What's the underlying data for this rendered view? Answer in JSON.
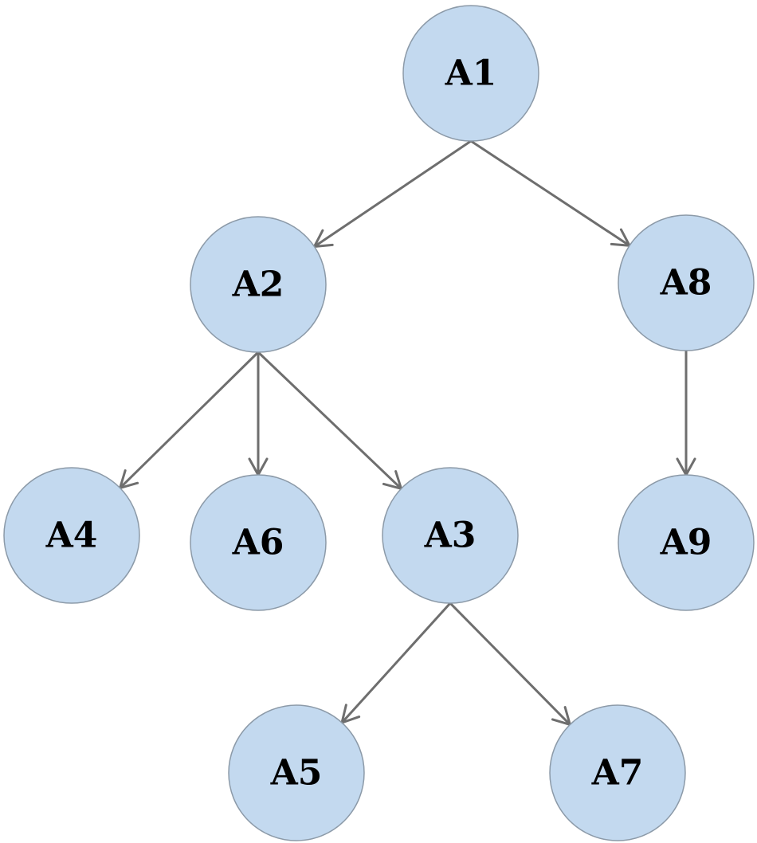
{
  "diagram": {
    "nodes": [
      {
        "id": "A1",
        "label": "A1"
      },
      {
        "id": "A2",
        "label": "A2"
      },
      {
        "id": "A8",
        "label": "A8"
      },
      {
        "id": "A4",
        "label": "A4"
      },
      {
        "id": "A6",
        "label": "A6"
      },
      {
        "id": "A3",
        "label": "A3"
      },
      {
        "id": "A9",
        "label": "A9"
      },
      {
        "id": "A5",
        "label": "A5"
      },
      {
        "id": "A7",
        "label": "A7"
      }
    ],
    "edges": [
      {
        "from": "A1",
        "to": "A2"
      },
      {
        "from": "A1",
        "to": "A8"
      },
      {
        "from": "A2",
        "to": "A4"
      },
      {
        "from": "A2",
        "to": "A6"
      },
      {
        "from": "A2",
        "to": "A3"
      },
      {
        "from": "A8",
        "to": "A9"
      },
      {
        "from": "A3",
        "to": "A5"
      },
      {
        "from": "A3",
        "to": "A7"
      }
    ],
    "colors": {
      "node_fill": "#c3d9ef",
      "node_stroke": "#8c9aa8",
      "edge": "#6e6e6e",
      "label": "#000000"
    }
  }
}
